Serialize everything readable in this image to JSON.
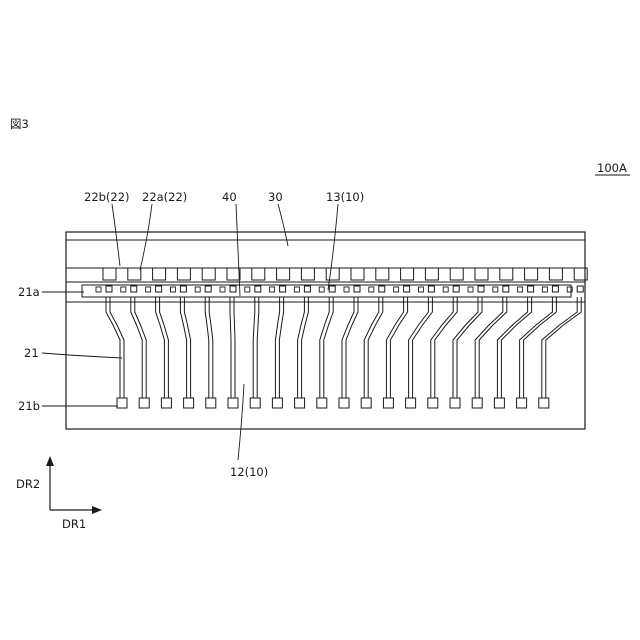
{
  "figure": {
    "label": "図3",
    "ref": "100A"
  },
  "labels": {
    "l_22b": "22b(22)",
    "l_22a": "22a(22)",
    "l_40": "40",
    "l_30": "30",
    "l_13": "13(10)",
    "l_21a": "21a",
    "l_21": "21",
    "l_21b": "21b",
    "l_12": "12(10)",
    "dr2": "DR2",
    "dr1": "DR1"
  },
  "counts": {
    "terminals": 20
  }
}
